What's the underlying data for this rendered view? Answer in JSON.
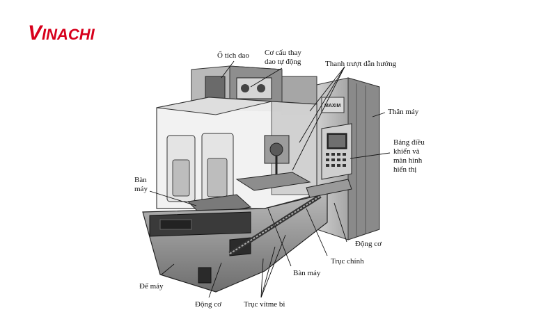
{
  "brand": {
    "logo_text": "VINACHI",
    "accent": "#d7001c"
  },
  "labels": {
    "o_tich_dao": "Ổ tích dao",
    "co_cau_1": "Cơ cấu thay",
    "co_cau_2": "dao tự động",
    "thanh_truot": "Thanh trượt dẫn hướng",
    "than_may": "Thân máy",
    "bang_1": "Bảng điều",
    "bang_2": "khiển và",
    "bang_3": "màn hình",
    "bang_4": "hiển thị",
    "ban_may_left_1": "Bàn",
    "ban_may_left_2": "máy",
    "dong_co_right": "Động cơ",
    "truc_chinh": "Trục chính",
    "ban_may_bottom": "Bàn máy",
    "de_may": "Đế máy",
    "dong_co_bottom": "Động cơ",
    "truc_vitme": "Trục vítme bi"
  },
  "machine_badge": "MAXIM"
}
